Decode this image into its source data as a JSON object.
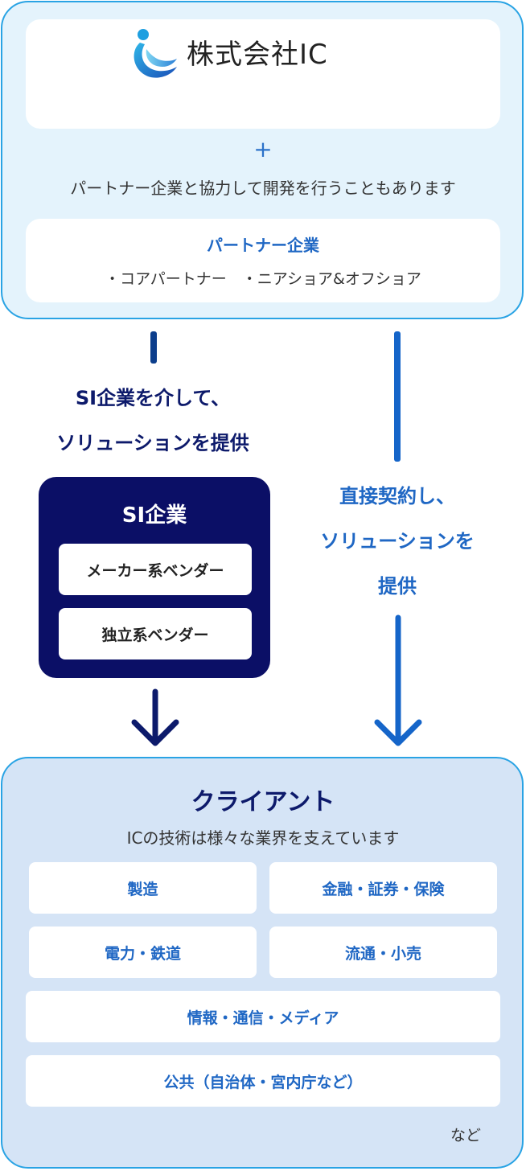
{
  "company": {
    "name": "株式会社IC",
    "plus": "+",
    "partner_note": "パートナー企業と協力して開発を行うこともあります",
    "partner_title": "パートナー企業",
    "partner_items": "・コアパートナー　・ニアショア&オフショア"
  },
  "si_route": {
    "caption_line1": "SI企業を介して、",
    "caption_line2": "ソリューションを提供"
  },
  "direct_route": {
    "caption_line1": "直接契約し、",
    "caption_line2": "ソリューションを",
    "caption_line3": "提供"
  },
  "si_box": {
    "title": "SI企業",
    "items": [
      "メーカー系ベンダー",
      "独立系ベンダー"
    ]
  },
  "client": {
    "title": "クライアント",
    "subtitle": "ICの技術は様々な業界を支えています",
    "industries": [
      "製造",
      "金融・証券・保険",
      "電力・鉄道",
      "流通・小売",
      "情報・通信・メディア",
      "公共（自治体・宮内庁など）"
    ],
    "etc": "など"
  },
  "colors": {
    "accent_blue": "#1f67c4",
    "navy": "#0b0f66",
    "top_bg": "#e4f3fc",
    "client_bg": "#d5e4f6"
  }
}
